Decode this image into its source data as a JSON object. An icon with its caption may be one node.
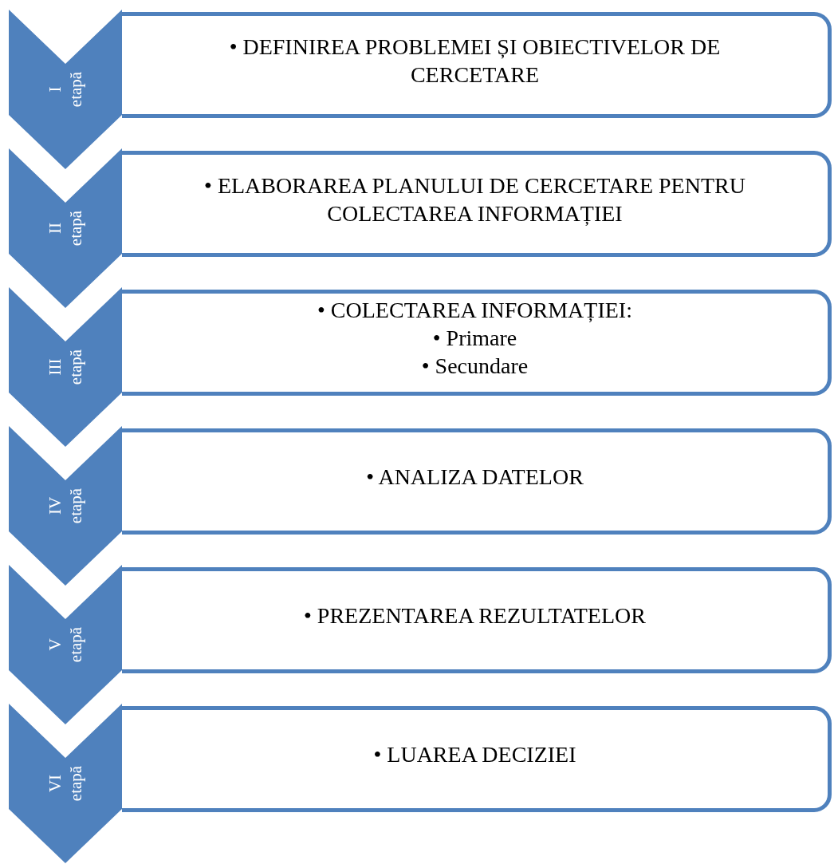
{
  "diagram": {
    "nodes": [
      {
        "text": [
          "I etapă"
        ]
      },
      {
        "text": [
          "• DEFINIREA PROBLEMEI ȘI OBIECTIVELOR DE CERCETARE"
        ]
      },
      {
        "text": [
          "II etapă"
        ]
      },
      {
        "text": [
          "• ELABORAREA PLANULUI DE CERCETARE PENTRU COLECTAREA INFORMAȚIEI"
        ]
      },
      {
        "text": [
          "III etapă"
        ]
      },
      {
        "text": [
          "• COLECTAREA INFORMAȚIEI:",
          "• Primare",
          "• Secundare"
        ]
      },
      {
        "text": [
          "IV etapă"
        ]
      },
      {
        "text": [
          "• ANALIZA DATELOR"
        ]
      },
      {
        "text": [
          "V etapă"
        ]
      },
      {
        "text": [
          "• PREZENTAREA REZULTATELOR"
        ]
      },
      {
        "text": [
          "VI etapă"
        ]
      },
      {
        "text": [
          "• LUAREA DECIZIEI"
        ]
      }
    ]
  }
}
